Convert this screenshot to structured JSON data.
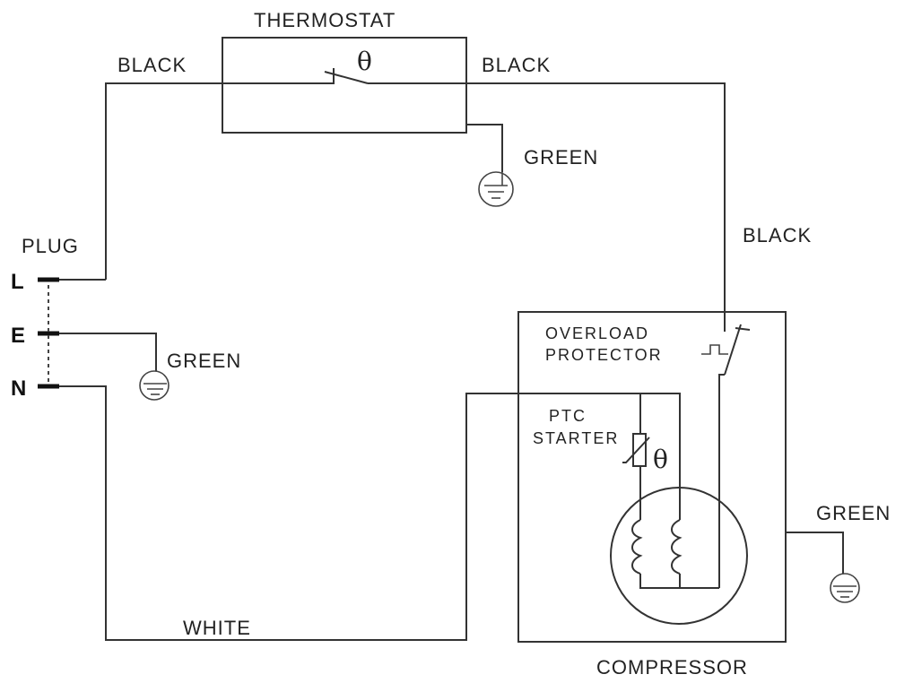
{
  "labels": {
    "thermostat": "THERMOSTAT",
    "black_left": "BLACK",
    "black_right": "BLACK",
    "black_mid": "BLACK",
    "green_top": "GREEN",
    "green_plug": "GREEN",
    "green_comp": "GREEN",
    "plug": "PLUG",
    "pin_l": "L",
    "pin_e": "E",
    "pin_n": "N",
    "overload_1": "OVERLOAD",
    "overload_2": "PROTECTOR",
    "ptc_1": "PTC",
    "ptc_2": "STARTER",
    "white": "WHITE",
    "compressor": "COMPRESSOR",
    "theta_thermostat": "θ",
    "theta_ptc": "θ"
  }
}
